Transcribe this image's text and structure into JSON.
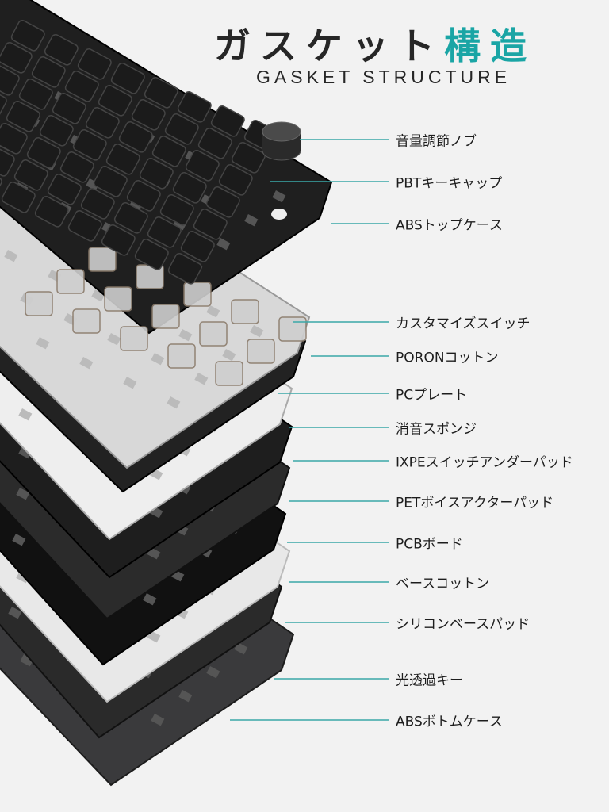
{
  "title": {
    "main": "ガスケット",
    "accent": "構造",
    "accent_color": "#1aa5a5"
  },
  "subtitle": "GASKET STRUCTURE",
  "leader_line_color": "#3aa8a8",
  "components": [
    "音量調節ノブ",
    "PBTキーキャップ",
    "ABSトップケース",
    "カスタマイズスイッチ",
    "PORONコットン",
    "PCプレート",
    "消音スポンジ",
    "IXPEスイッチアンダーパッド",
    "PETボイスアクターパッド",
    "PCBボード",
    "ベースコットン",
    "シリコンベースパッド",
    "光透過キー",
    "ABSボトムケース"
  ]
}
